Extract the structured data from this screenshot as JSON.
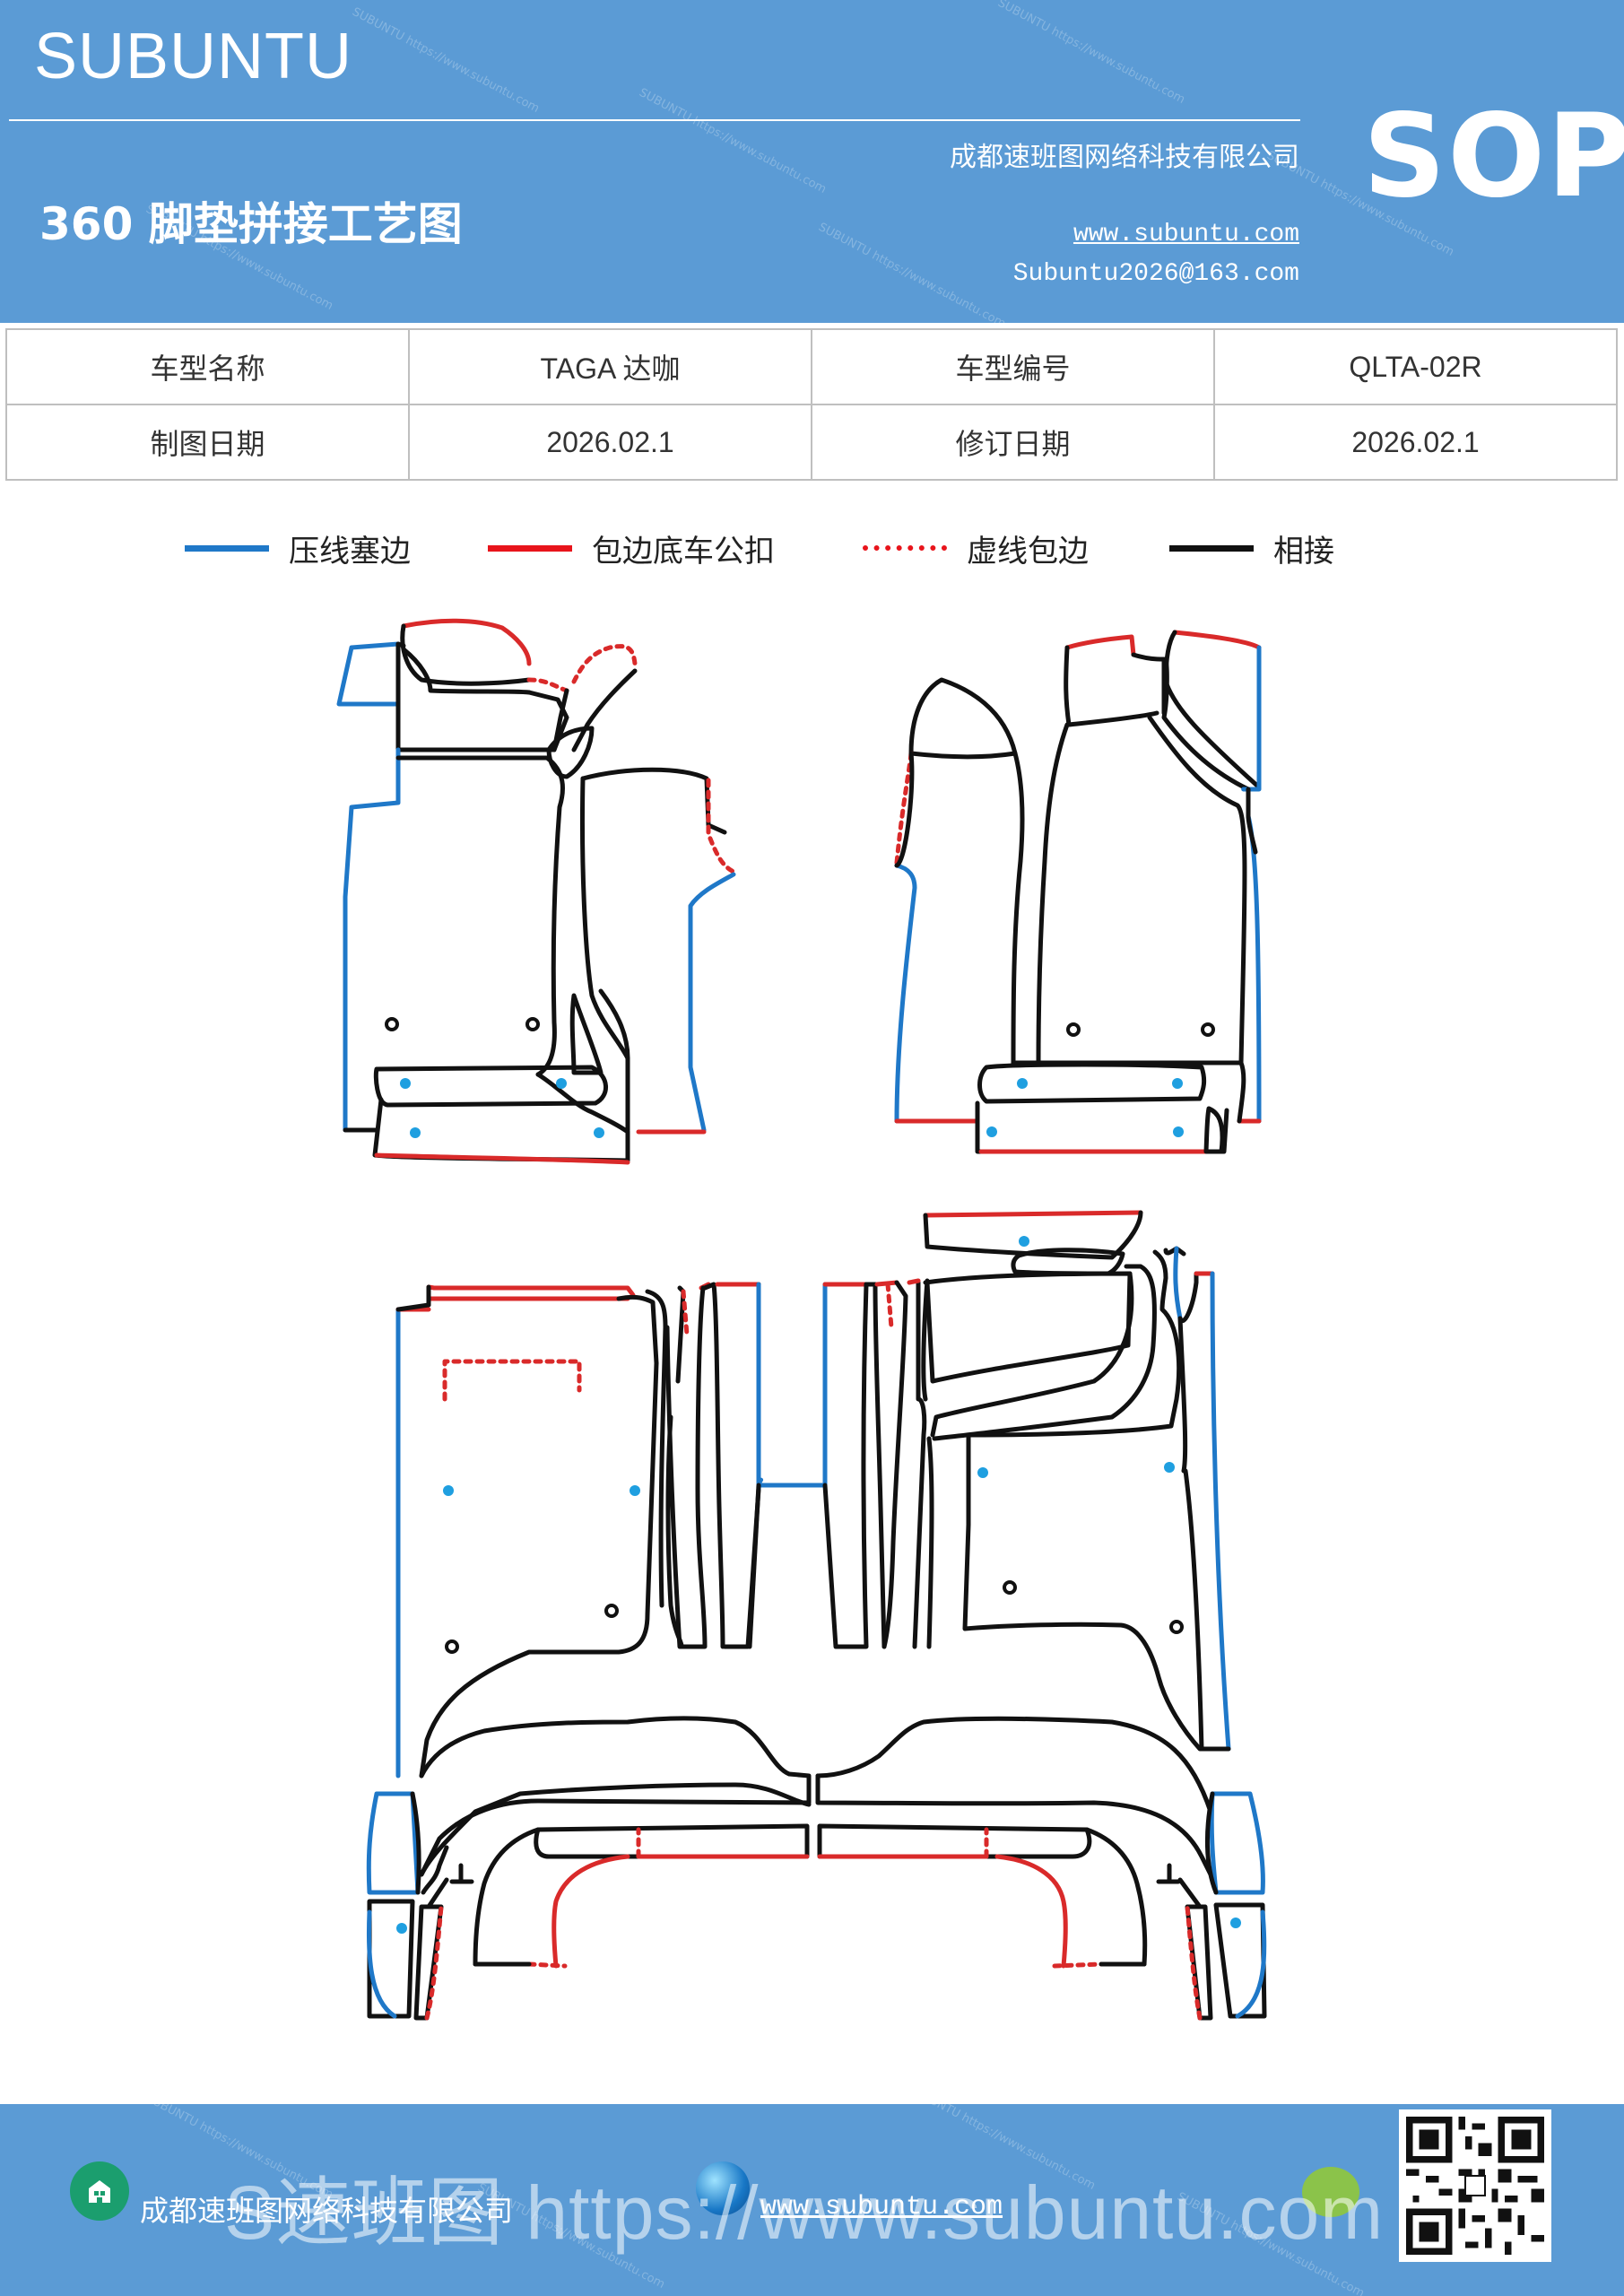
{
  "header": {
    "brand": "SUBUNTU",
    "company": "成都速班图网络科技有限公司",
    "title": "360 脚垫拼接工艺图",
    "website": "www.subuntu.com",
    "email": "Subuntu2026@163.com",
    "badge": "SOP"
  },
  "info": {
    "row1": {
      "label1": "车型名称",
      "value1": "TAGA 达咖",
      "label2": "车型编号",
      "value2": "QLTA-02R"
    },
    "row2": {
      "label1": "制图日期",
      "value1": "2026.02.1",
      "label2": "修订日期",
      "value2": "2026.02.1"
    }
  },
  "legend": [
    {
      "label": "压线塞边",
      "style": "solid",
      "color": "#1f78c8"
    },
    {
      "label": "包边底车公扣",
      "style": "solid",
      "color": "#e8141b"
    },
    {
      "label": "虚线包边",
      "style": "dotted",
      "color": "#e8141b"
    },
    {
      "label": "相接",
      "style": "solid",
      "color": "#111111"
    }
  ],
  "footer": {
    "company": "成都速班图网络科技有限公司",
    "website": "www.subuntu.com",
    "overlay": "S速班图 https://www.subuntu.com"
  },
  "colors": {
    "header_bg": "#5b9bd5",
    "blue_line": "#1f78c8",
    "red_line": "#e8141b",
    "black_line": "#111111",
    "clip_dot": "#1f9fe0"
  },
  "icons": {
    "footer_left": "building-icon",
    "footer_mid": "globe-icon",
    "footer_right": "wechat-icon",
    "corner": "qr-code"
  }
}
